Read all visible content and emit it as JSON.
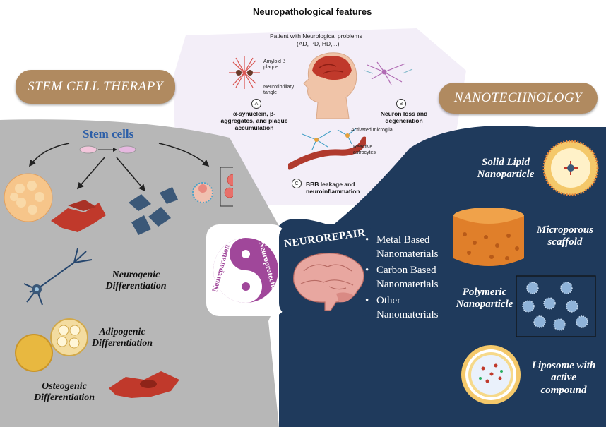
{
  "top": {
    "title": "Neuropathological features",
    "patient_label": "Patient with Neurological problems",
    "patient_diseases": "(AD, PD, HD,...)",
    "amyloid_label": "Amyloid β plaque",
    "tangle_label": "Neurofibrillary tangle",
    "feature_a_letter": "A",
    "feature_a_text": "α-synuclein, β-aggregates, and plaque accumulation",
    "feature_b_letter": "B",
    "feature_b_text": "Neuron loss and degeneration",
    "feature_c_letter": "C",
    "feature_c_text": "BBB leakage and neuroinflammation",
    "microglia_label": "Activated microglia",
    "astrocytes_label": "Reactive astrocytes"
  },
  "left": {
    "pill_label": "STEM CELL THERAPY",
    "stem_cells_label": "Stem cells",
    "neurogenic_label": "Neurogenic Differentiation",
    "adipogenic_label": "Adipogenic Differentiation",
    "osteogenic_label": "Osteogenic Differentiation"
  },
  "center": {
    "yin_left_label": "Neureparation",
    "yin_right_label": "Neuroprotection",
    "neurorepair_label": "NEUROREPAIR"
  },
  "right": {
    "pill_label": "NANOTECHNOLOGY",
    "bullets": [
      "Metal Based Nanomaterials",
      "Carbon Based Nanomaterials",
      "Other Nanomaterials"
    ],
    "solid_lipid_label": "Solid Lipid Nanoparticle",
    "scaffold_label": "Microporous scaffold",
    "polymeric_label": "Polymeric Nanoparticle",
    "liposome_label": "Liposome with active compound"
  },
  "colors": {
    "left_panel": "#b5b5b5",
    "right_panel": "#1f3a5c",
    "pill": "#b08a60",
    "purple": "#a0479a",
    "stem_blue": "#2d5fa8"
  }
}
